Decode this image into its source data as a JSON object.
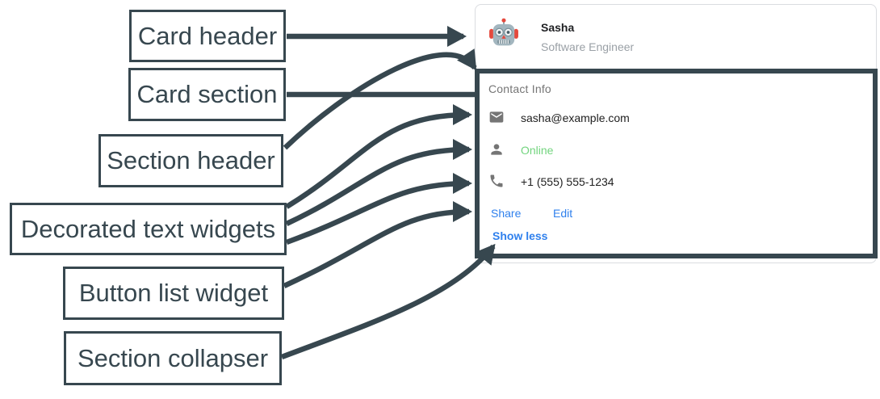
{
  "annotations": {
    "arrow_color": "#37474F",
    "labels": [
      {
        "text": "Card header"
      },
      {
        "text": "Card section"
      },
      {
        "text": "Section header"
      },
      {
        "text": "Decorated text widgets"
      },
      {
        "text": "Button list widget"
      },
      {
        "text": "Section collapser"
      }
    ]
  },
  "card": {
    "header": {
      "avatar_icon": "robot-emoji",
      "name": "Sasha",
      "subtitle": "Software Engineer"
    },
    "section": {
      "header_label": "Contact Info",
      "rows": [
        {
          "icon": "email-icon",
          "text": "sasha@example.com",
          "text_color": "#212121"
        },
        {
          "icon": "person-icon",
          "text": "Online",
          "text_color": "#72D47E"
        },
        {
          "icon": "phone-icon",
          "text": "+1 (555) 555-1234",
          "text_color": "#212121"
        }
      ],
      "buttons": [
        {
          "label": "Share"
        },
        {
          "label": "Edit"
        }
      ],
      "collapser_label": "Show less",
      "link_color": "#2F80ED"
    }
  }
}
